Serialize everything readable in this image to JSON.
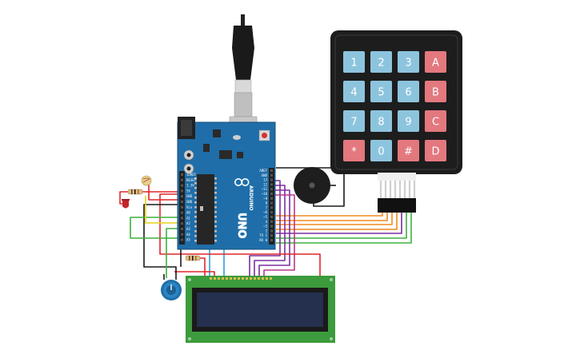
{
  "colors": {
    "board": "#1f6ea9",
    "board_dark": "#17578a",
    "keypad_body": "#1d1d1d",
    "key_blue": "#8dc4dd",
    "key_red": "#e3787e",
    "lcd_pcb": "#3c9b3c",
    "lcd_screen": "#24304e",
    "wire_red": "#e0262a",
    "wire_black": "#1a1a1a",
    "wire_green": "#3fb03f",
    "wire_orange": "#f08a1e",
    "wire_purple": "#7a2fa0",
    "wire_blue": "#2c9fd8",
    "wire_yellow": "#e8d21a"
  },
  "arduino": {
    "brand": "ARDUINO",
    "model": "UNO",
    "pins_right": [
      "AREF",
      "GND",
      "13",
      "12",
      "~11",
      "~10",
      "~9",
      "8",
      "7",
      "~6",
      "~5",
      "4",
      "~3",
      "2",
      "TX 1",
      "RX 0"
    ],
    "pins_left": [
      "IOREF",
      "RESET",
      "3.3V",
      "5V",
      "GND",
      "GND",
      "Vin",
      "A0",
      "A1",
      "A2",
      "A3",
      "A4",
      "A5"
    ]
  },
  "keypad": {
    "rows": [
      [
        "1",
        "2",
        "3",
        "A"
      ],
      [
        "4",
        "5",
        "6",
        "B"
      ],
      [
        "7",
        "8",
        "9",
        "C"
      ],
      [
        "*",
        "0",
        "#",
        "D"
      ]
    ]
  },
  "components": {
    "buzzer": "piezo-buzzer",
    "potentiometer": "potentiometer",
    "photoresistor": "photoresistor",
    "led": "red-led",
    "usb": "usb-cable",
    "lcd": "lcd-16x2"
  }
}
